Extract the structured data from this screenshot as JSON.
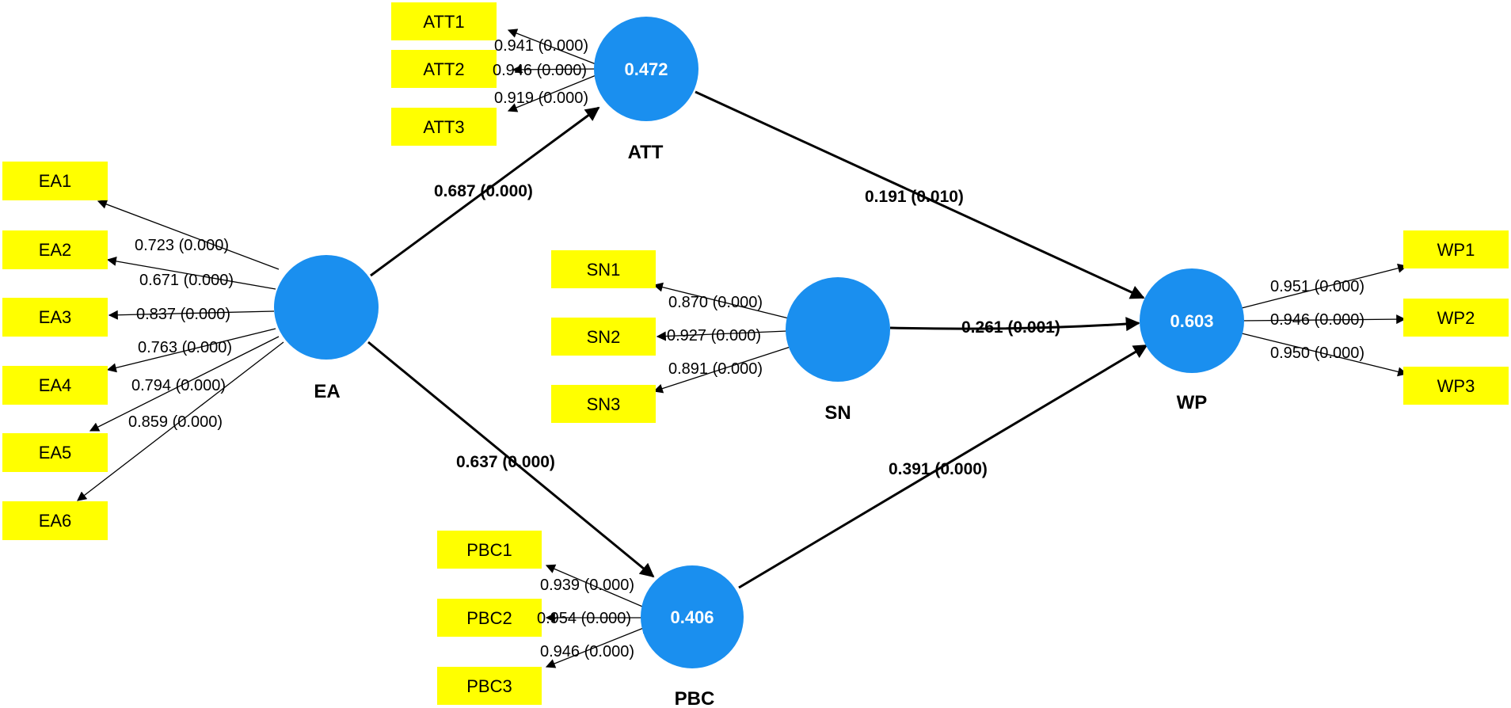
{
  "latent_variables": {
    "EA": {
      "name": "EA",
      "r2": ""
    },
    "ATT": {
      "name": "ATT",
      "r2": "0.472"
    },
    "SN": {
      "name": "SN",
      "r2": ""
    },
    "PBC": {
      "name": "PBC",
      "r2": "0.406"
    },
    "WP": {
      "name": "WP",
      "r2": "0.603"
    }
  },
  "indicators": {
    "EA": [
      {
        "name": "EA1",
        "loading": "0.723 (0.000)"
      },
      {
        "name": "EA2",
        "loading": "0.671 (0.000)"
      },
      {
        "name": "EA3",
        "loading": "0.837 (0.000)"
      },
      {
        "name": "EA4",
        "loading": "0.763 (0.000)"
      },
      {
        "name": "EA5",
        "loading": "0.794 (0.000)"
      },
      {
        "name": "EA6",
        "loading": "0.859 (0.000)"
      }
    ],
    "ATT": [
      {
        "name": "ATT1",
        "loading": "0.941 (0.000)"
      },
      {
        "name": "ATT2",
        "loading": "0.946 (0.000)"
      },
      {
        "name": "ATT3",
        "loading": "0.919 (0.000)"
      }
    ],
    "SN": [
      {
        "name": "SN1",
        "loading": "0.870 (0.000)"
      },
      {
        "name": "SN2",
        "loading": "0.927 (0.000)"
      },
      {
        "name": "SN3",
        "loading": "0.891 (0.000)"
      }
    ],
    "PBC": [
      {
        "name": "PBC1",
        "loading": "0.939 (0.000)"
      },
      {
        "name": "PBC2",
        "loading": "0.954 (0.000)"
      },
      {
        "name": "PBC3",
        "loading": "0.946 (0.000)"
      }
    ],
    "WP": [
      {
        "name": "WP1",
        "loading": "0.951 (0.000)"
      },
      {
        "name": "WP2",
        "loading": "0.946 (0.000)"
      },
      {
        "name": "WP3",
        "loading": "0.950 (0.000)"
      }
    ]
  },
  "paths": {
    "ea_att": "0.687 (0.000)",
    "ea_pbc": "0.637 (0.000)",
    "att_wp": "0.191 (0.010)",
    "sn_wp": "0.261 (0.001)",
    "pbc_wp": "0.391 (0.000)"
  },
  "colors": {
    "latent_fill": "#1a8fef",
    "indicator_fill": "#ffff00",
    "arrow": "#000000"
  }
}
